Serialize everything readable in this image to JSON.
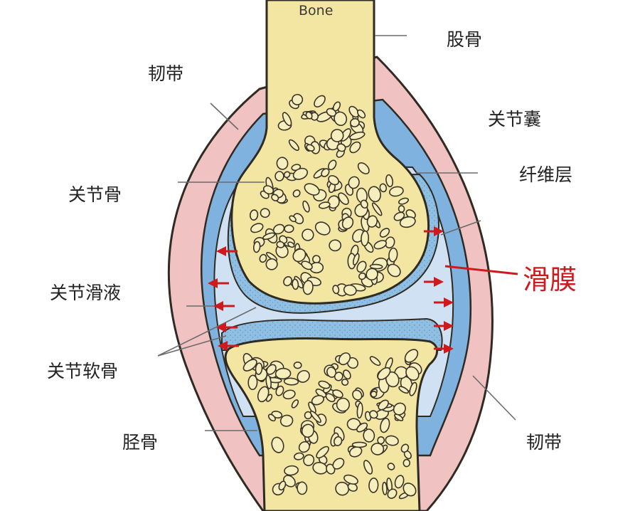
{
  "labels": {
    "bone": "Bone",
    "femur": "股骨",
    "ligament_upper": "韧带",
    "capsule": "关节囊",
    "fibrous_layer": "纤维层",
    "articular_bone": "关节骨",
    "synovium": "滑膜",
    "synovial_fluid": "关节滑液",
    "cartilage": "关节软骨",
    "tibia": "胫骨",
    "ligament_lower": "韧带"
  },
  "colors": {
    "bone_fill": "#f2e6a2",
    "outline": "#2f2a22",
    "capsule_pink": "#f0c2c2",
    "synovial_blue": "#7fb2de",
    "fluid_blue": "#cfe1f3",
    "cartilage_blue": "#8fbfe3",
    "accent_red": "#d0191d",
    "leader_gray": "#6b6b6b"
  }
}
